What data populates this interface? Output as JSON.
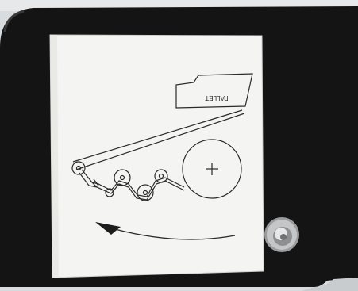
{
  "photo": {
    "panel_color": "#141414",
    "wall_color": "#d9dcdf",
    "sheet_color": "#f4f4f2",
    "ink_color": "#2a2a2a"
  },
  "diagram": {
    "pallet_label": "PALLET",
    "arrow_direction": "left",
    "parts": [
      "pallet",
      "stretch-film-roll",
      "pre-stretch-rollers",
      "tension-roller",
      "film-path",
      "rotation-arrow"
    ]
  },
  "hardware": {
    "fastener": "bolt-with-washer"
  }
}
